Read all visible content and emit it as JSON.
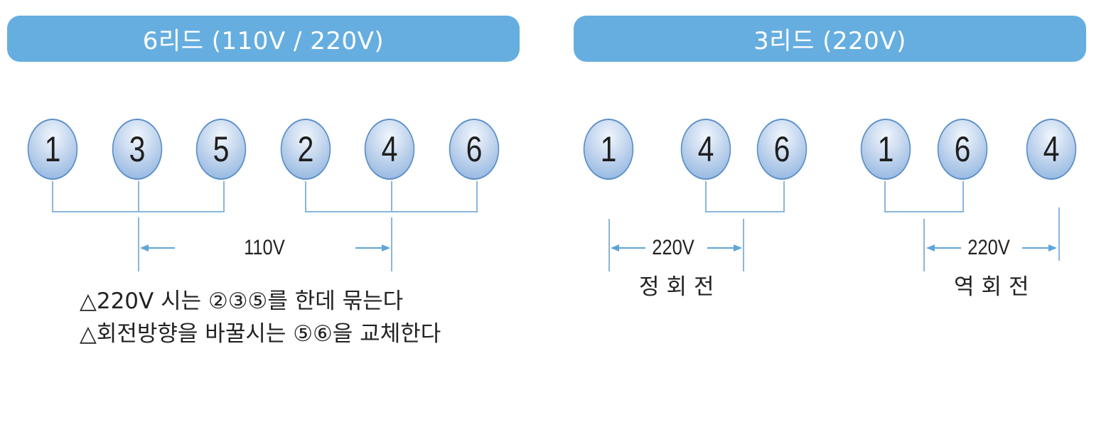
{
  "colors": {
    "banner": "#66aee0",
    "line": "#8ab6dc",
    "arrow": "#5ea5d8",
    "terminal_border": "#5b8fc7"
  },
  "six_lead": {
    "title": "6리드 (110V / 220V)",
    "terminals": [
      "1",
      "3",
      "5",
      "2",
      "4",
      "6"
    ],
    "voltage": "110V",
    "notes": [
      "△220V 시는 ②③⑤를 한데 묶는다",
      "△회전방향을 바꿀시는 ⑤⑥을 교체한다"
    ]
  },
  "three_lead": {
    "title": "3리드 (220V)",
    "forward": {
      "terminals": [
        "1",
        "4",
        "6"
      ],
      "voltage": "220V",
      "label": "정회전"
    },
    "reverse": {
      "terminals": [
        "1",
        "6",
        "4"
      ],
      "voltage": "220V",
      "label": "역회전"
    }
  }
}
